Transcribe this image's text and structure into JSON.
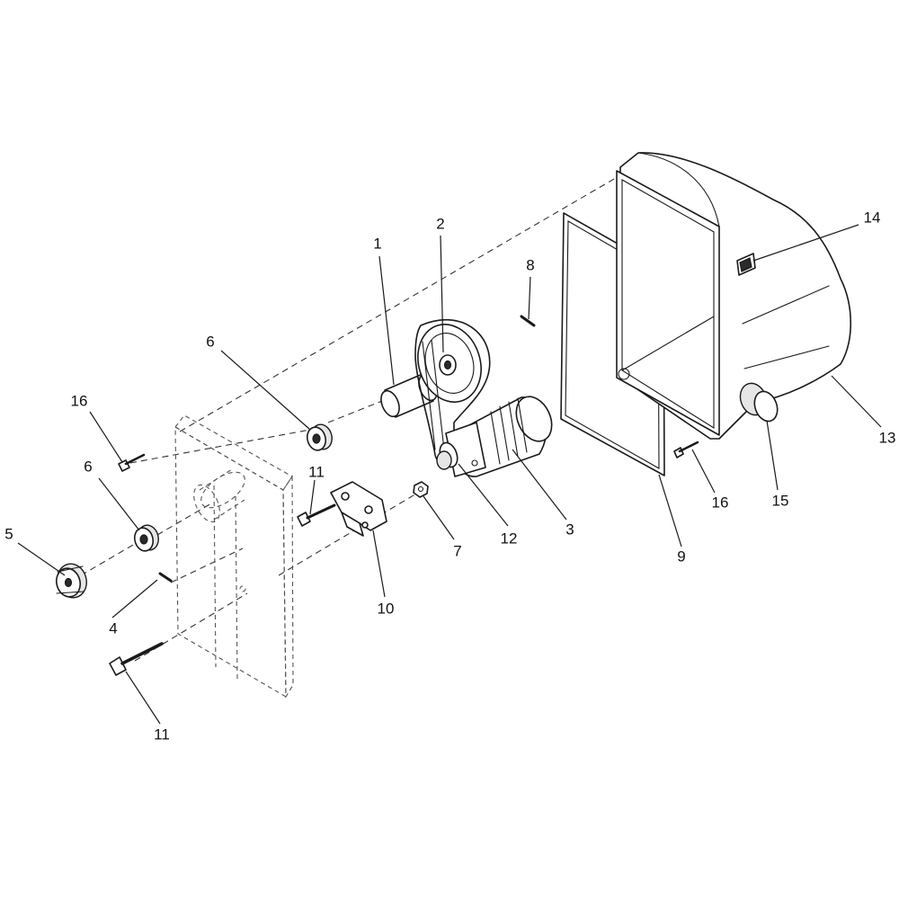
{
  "callouts": {
    "c1": "1",
    "c2": "2",
    "c3": "3",
    "c4": "4",
    "c5": "5",
    "c6a": "6",
    "c6b": "6",
    "c7": "7",
    "c8": "8",
    "c9": "9",
    "c10": "10",
    "c11a": "11",
    "c11b": "11",
    "c12": "12",
    "c13": "13",
    "c14": "14",
    "c15": "15",
    "c16a": "16",
    "c16b": "16"
  }
}
